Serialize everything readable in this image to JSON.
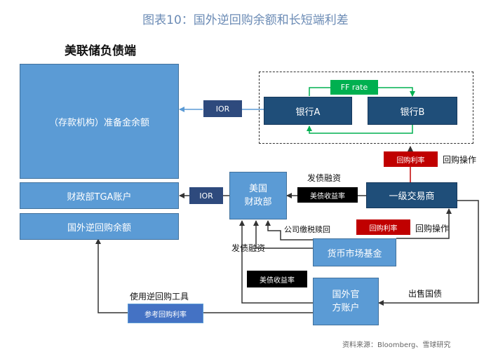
{
  "title": "图表10：国外逆回购余额和长短端利差",
  "fed_label": "美联储负债端",
  "fed": {
    "reserves": "（存款机构）准备金余额",
    "tga": "财政部TGA账户",
    "foreign_repo": "国外逆回购余额"
  },
  "ior_1": "IOR",
  "ior_2": "IOR",
  "bank_a": "银行A",
  "bank_b": "银行B",
  "ff_rate": "FF rate",
  "repo_rate_1": "回购利率",
  "repo_op_1": "回购操作",
  "primary_dealer": "一级交易商",
  "treasury": "美国\n财政部",
  "issue_finance_1": "发债融资",
  "yield_1": "美债收益率",
  "tax_buyback": "公司缴税赎回",
  "repo_rate_2": "回购利率",
  "repo_op_2": "回购操作",
  "issue_finance_2": "发债融资",
  "mmf": "货币市场基金",
  "yield_2": "美债收益率",
  "foreign_official": "国外官\n方账户",
  "sell_treasury": "出售国债",
  "use_reverse_repo": "使用逆回购工具",
  "ref_repo_rate": "参考回购利率",
  "source": "资料来源：Bloomberg、雪球研究"
}
